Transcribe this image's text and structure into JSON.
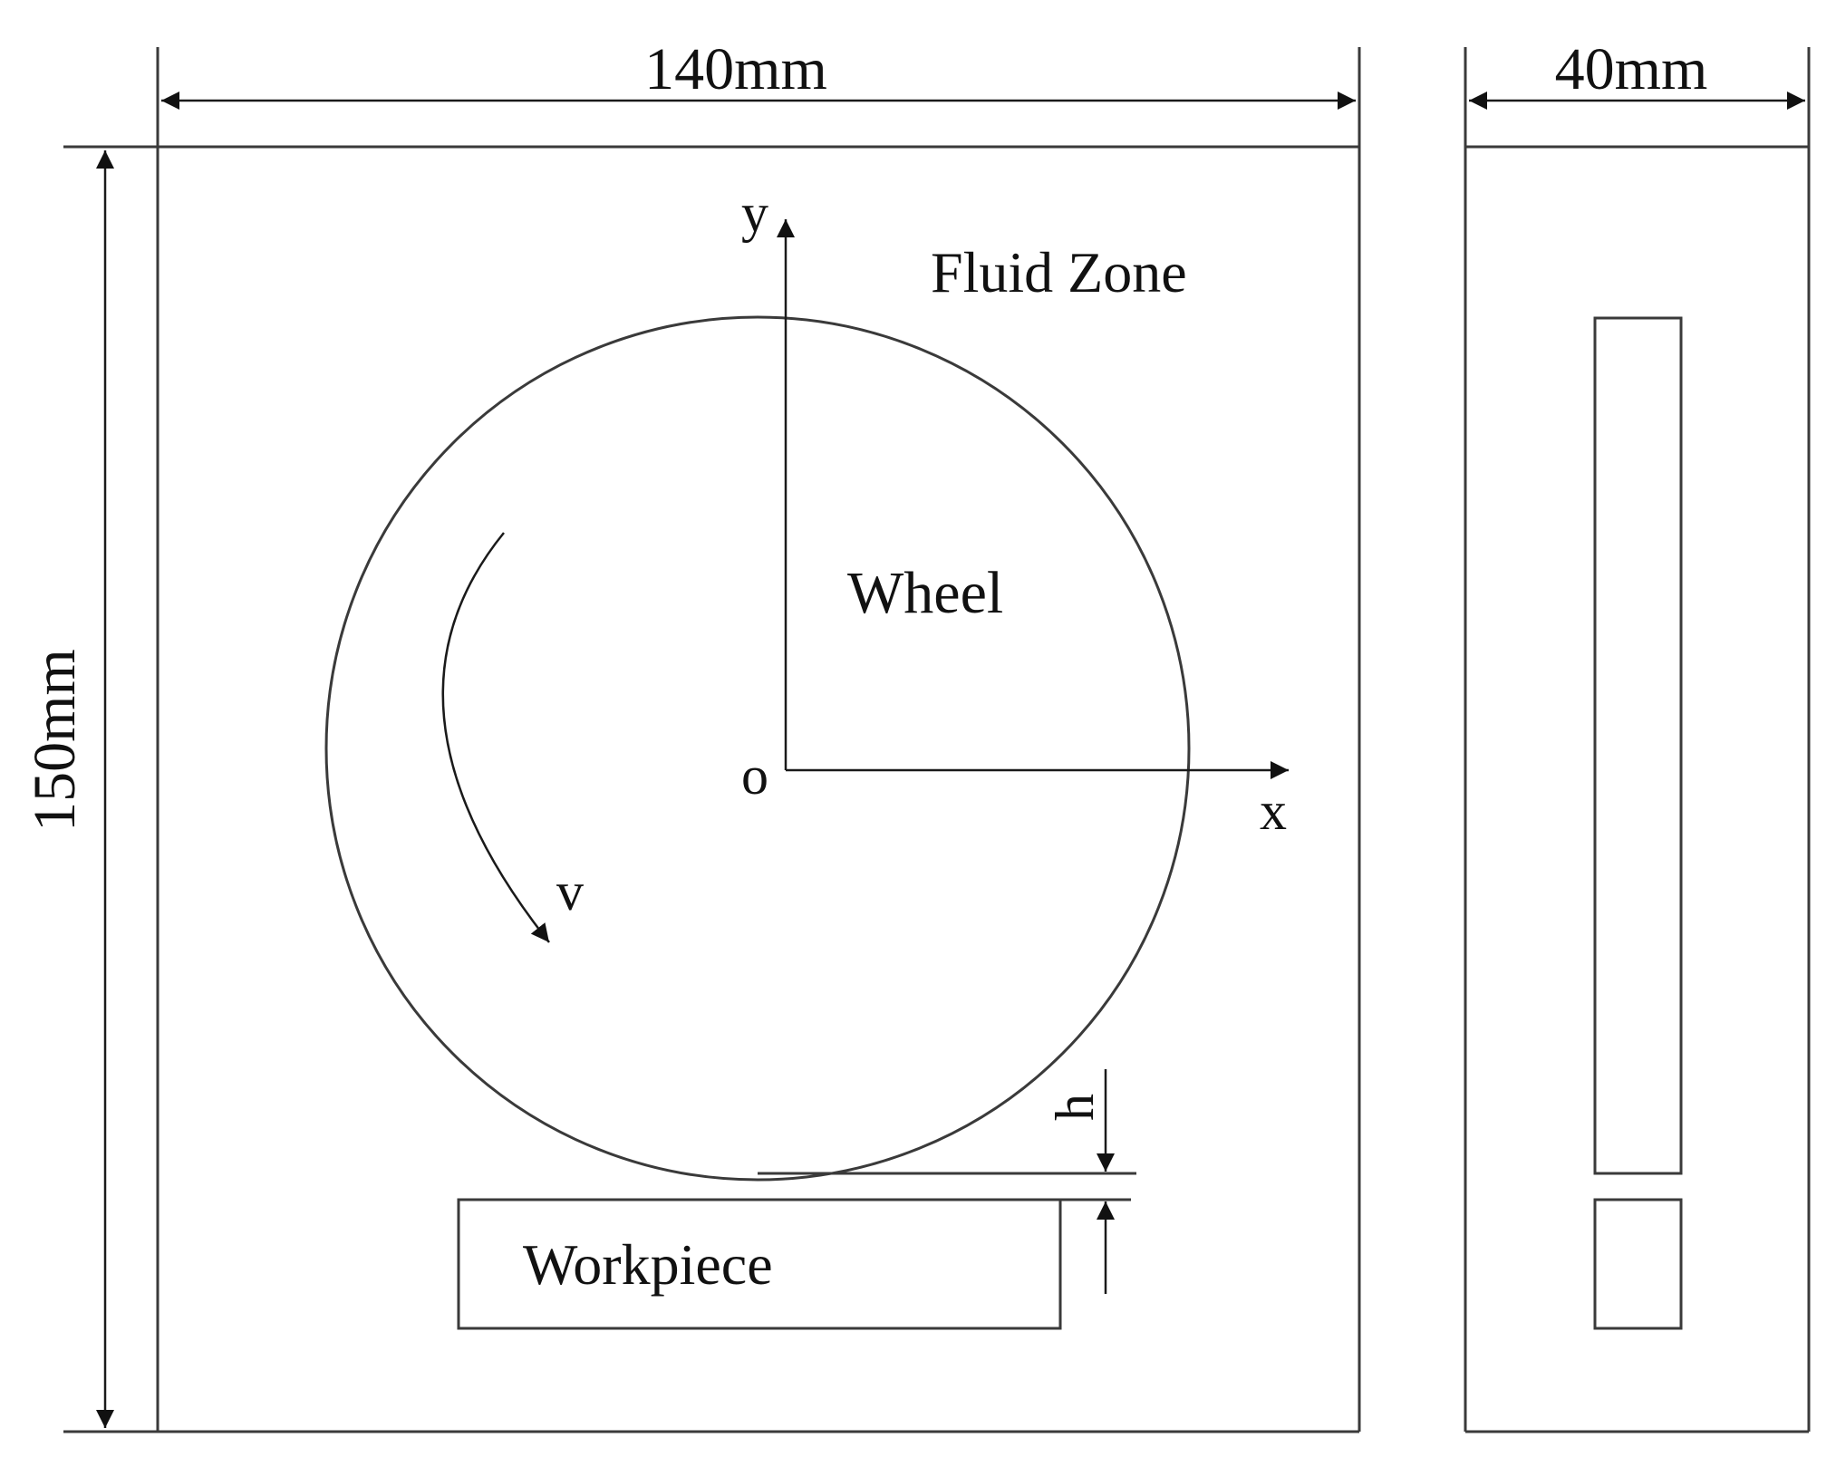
{
  "dimensions": {
    "width_label": "140mm",
    "height_label": "150mm",
    "depth_label": "40mm"
  },
  "labels": {
    "fluid_zone": "Fluid Zone",
    "wheel": "Wheel",
    "workpiece": "Workpiece",
    "origin": "o",
    "x_axis": "x",
    "y_axis": "y",
    "velocity": "v",
    "gap": "h"
  }
}
